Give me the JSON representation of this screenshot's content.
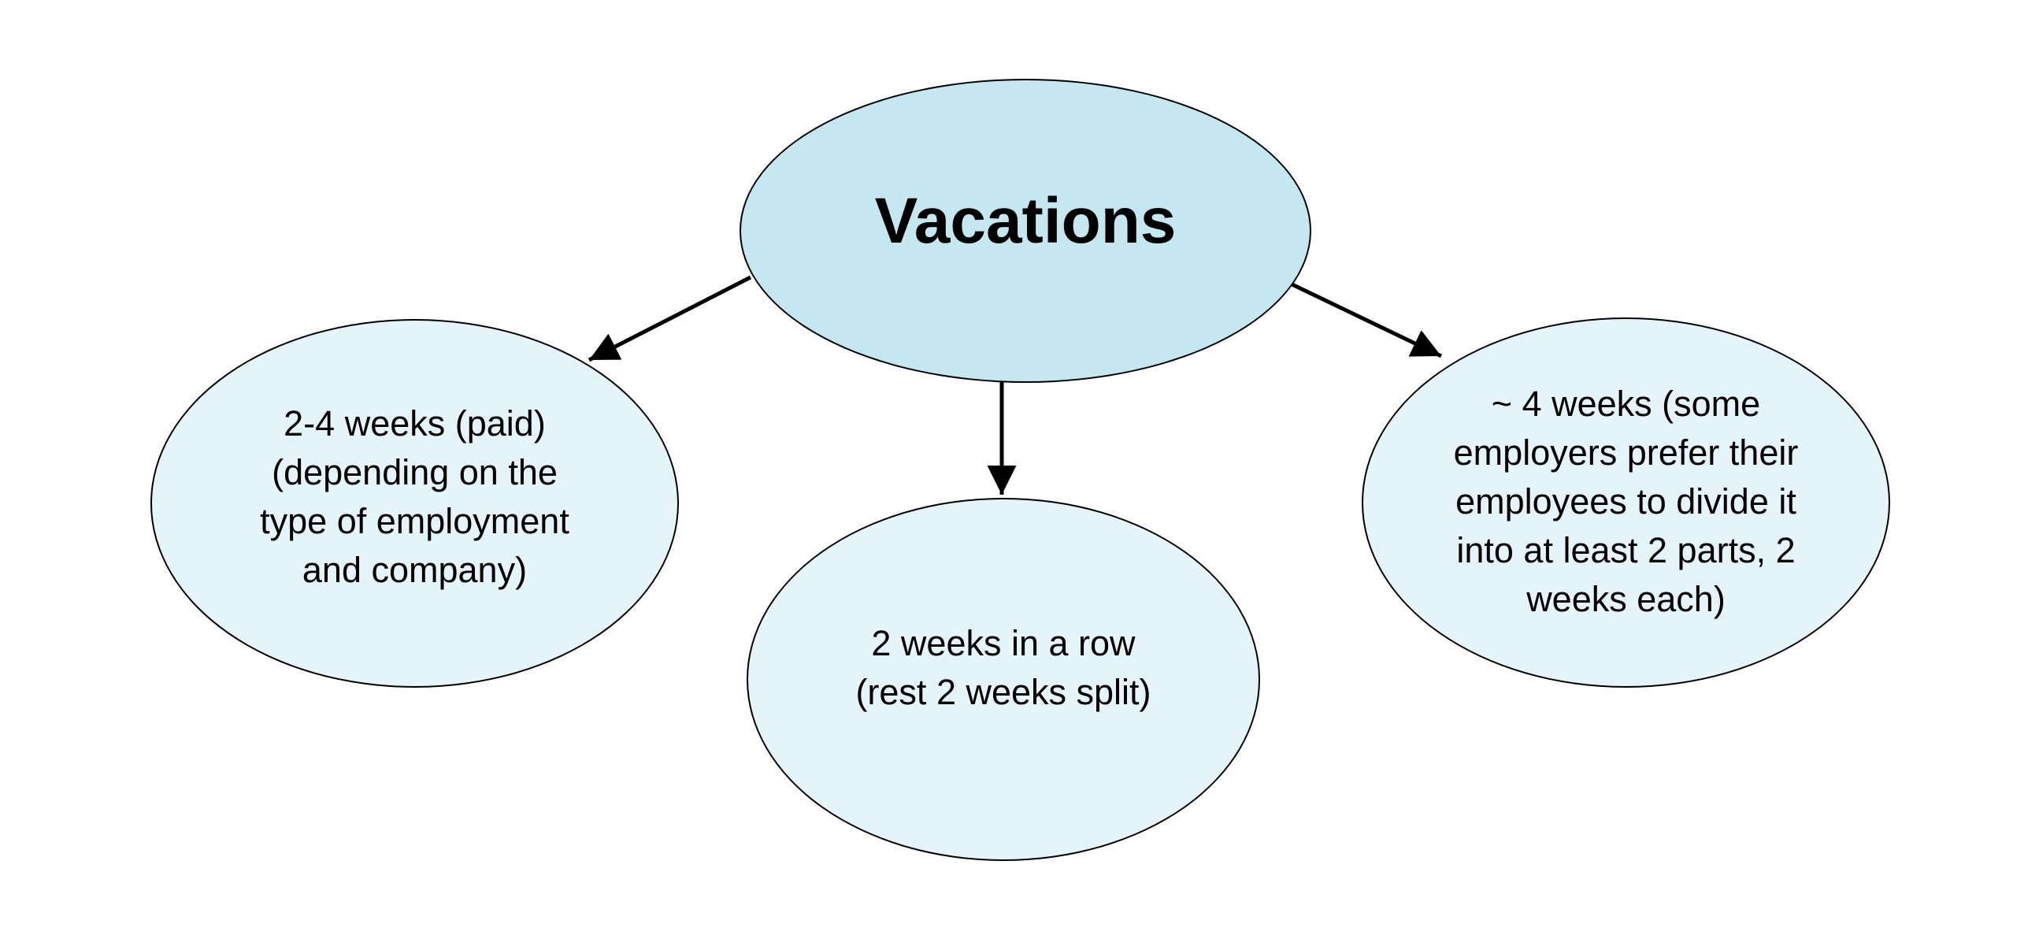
{
  "diagram": {
    "type": "mind-map",
    "background": "#ffffff",
    "stroke_color": "#000000",
    "arrow_color": "#000000",
    "text_color": "#000000",
    "root_node": {
      "id": "root",
      "label": "Vacations",
      "fill": "#c5e8f0"
    },
    "child_nodes": [
      {
        "id": "left",
        "label": "2-4 weeks (paid)\n(depending on the\ntype of employment\nand company)",
        "fill": "#e4f4f9"
      },
      {
        "id": "middle",
        "label": "2 weeks in a row\n(rest 2 weeks split)",
        "fill": "#e4f4f9"
      },
      {
        "id": "right",
        "label": "~ 4 weeks (some\nemployers prefer their\nemployees to divide it\ninto at least 2 parts, 2\nweeks each)",
        "fill": "#e4f4f9"
      }
    ],
    "connectors": [
      {
        "from": "root",
        "to": "left"
      },
      {
        "from": "root",
        "to": "middle"
      },
      {
        "from": "root",
        "to": "right"
      }
    ]
  }
}
